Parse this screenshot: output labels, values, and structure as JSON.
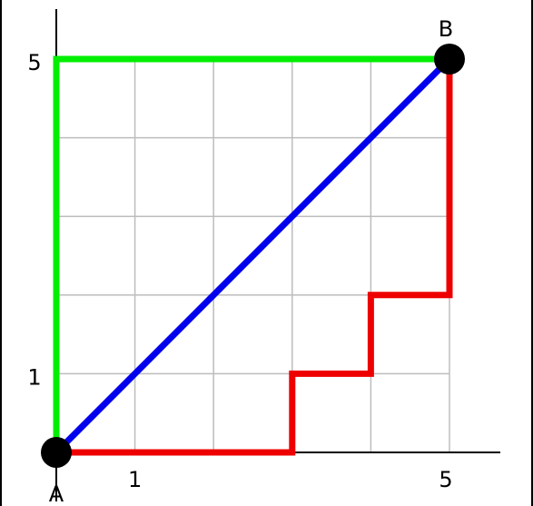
{
  "points": {
    "start": {
      "label": "A",
      "x": 0,
      "y": 0
    },
    "end": {
      "label": "B",
      "x": 5,
      "y": 5
    }
  },
  "axes": {
    "x_ticks": [
      {
        "value": 1,
        "label": "1"
      },
      {
        "value": 5,
        "label": "5"
      }
    ],
    "y_ticks": [
      {
        "value": 1,
        "label": "1"
      },
      {
        "value": 5,
        "label": "5"
      }
    ],
    "grid_range": [
      0,
      5
    ]
  },
  "paths": [
    {
      "color": "#00ee00",
      "points": [
        [
          0,
          0
        ],
        [
          0,
          5
        ],
        [
          5,
          5
        ]
      ]
    },
    {
      "color": "#0000ee",
      "points": [
        [
          0,
          0
        ],
        [
          5,
          5
        ]
      ]
    },
    {
      "color": "#ee0000",
      "points": [
        [
          0,
          0
        ],
        [
          3,
          0
        ],
        [
          3,
          1
        ],
        [
          4,
          1
        ],
        [
          4,
          2
        ],
        [
          5,
          2
        ],
        [
          5,
          5
        ]
      ]
    }
  ],
  "colors": {
    "grid": "#bdbdbd",
    "axis": "#000000",
    "point": "#000000"
  }
}
